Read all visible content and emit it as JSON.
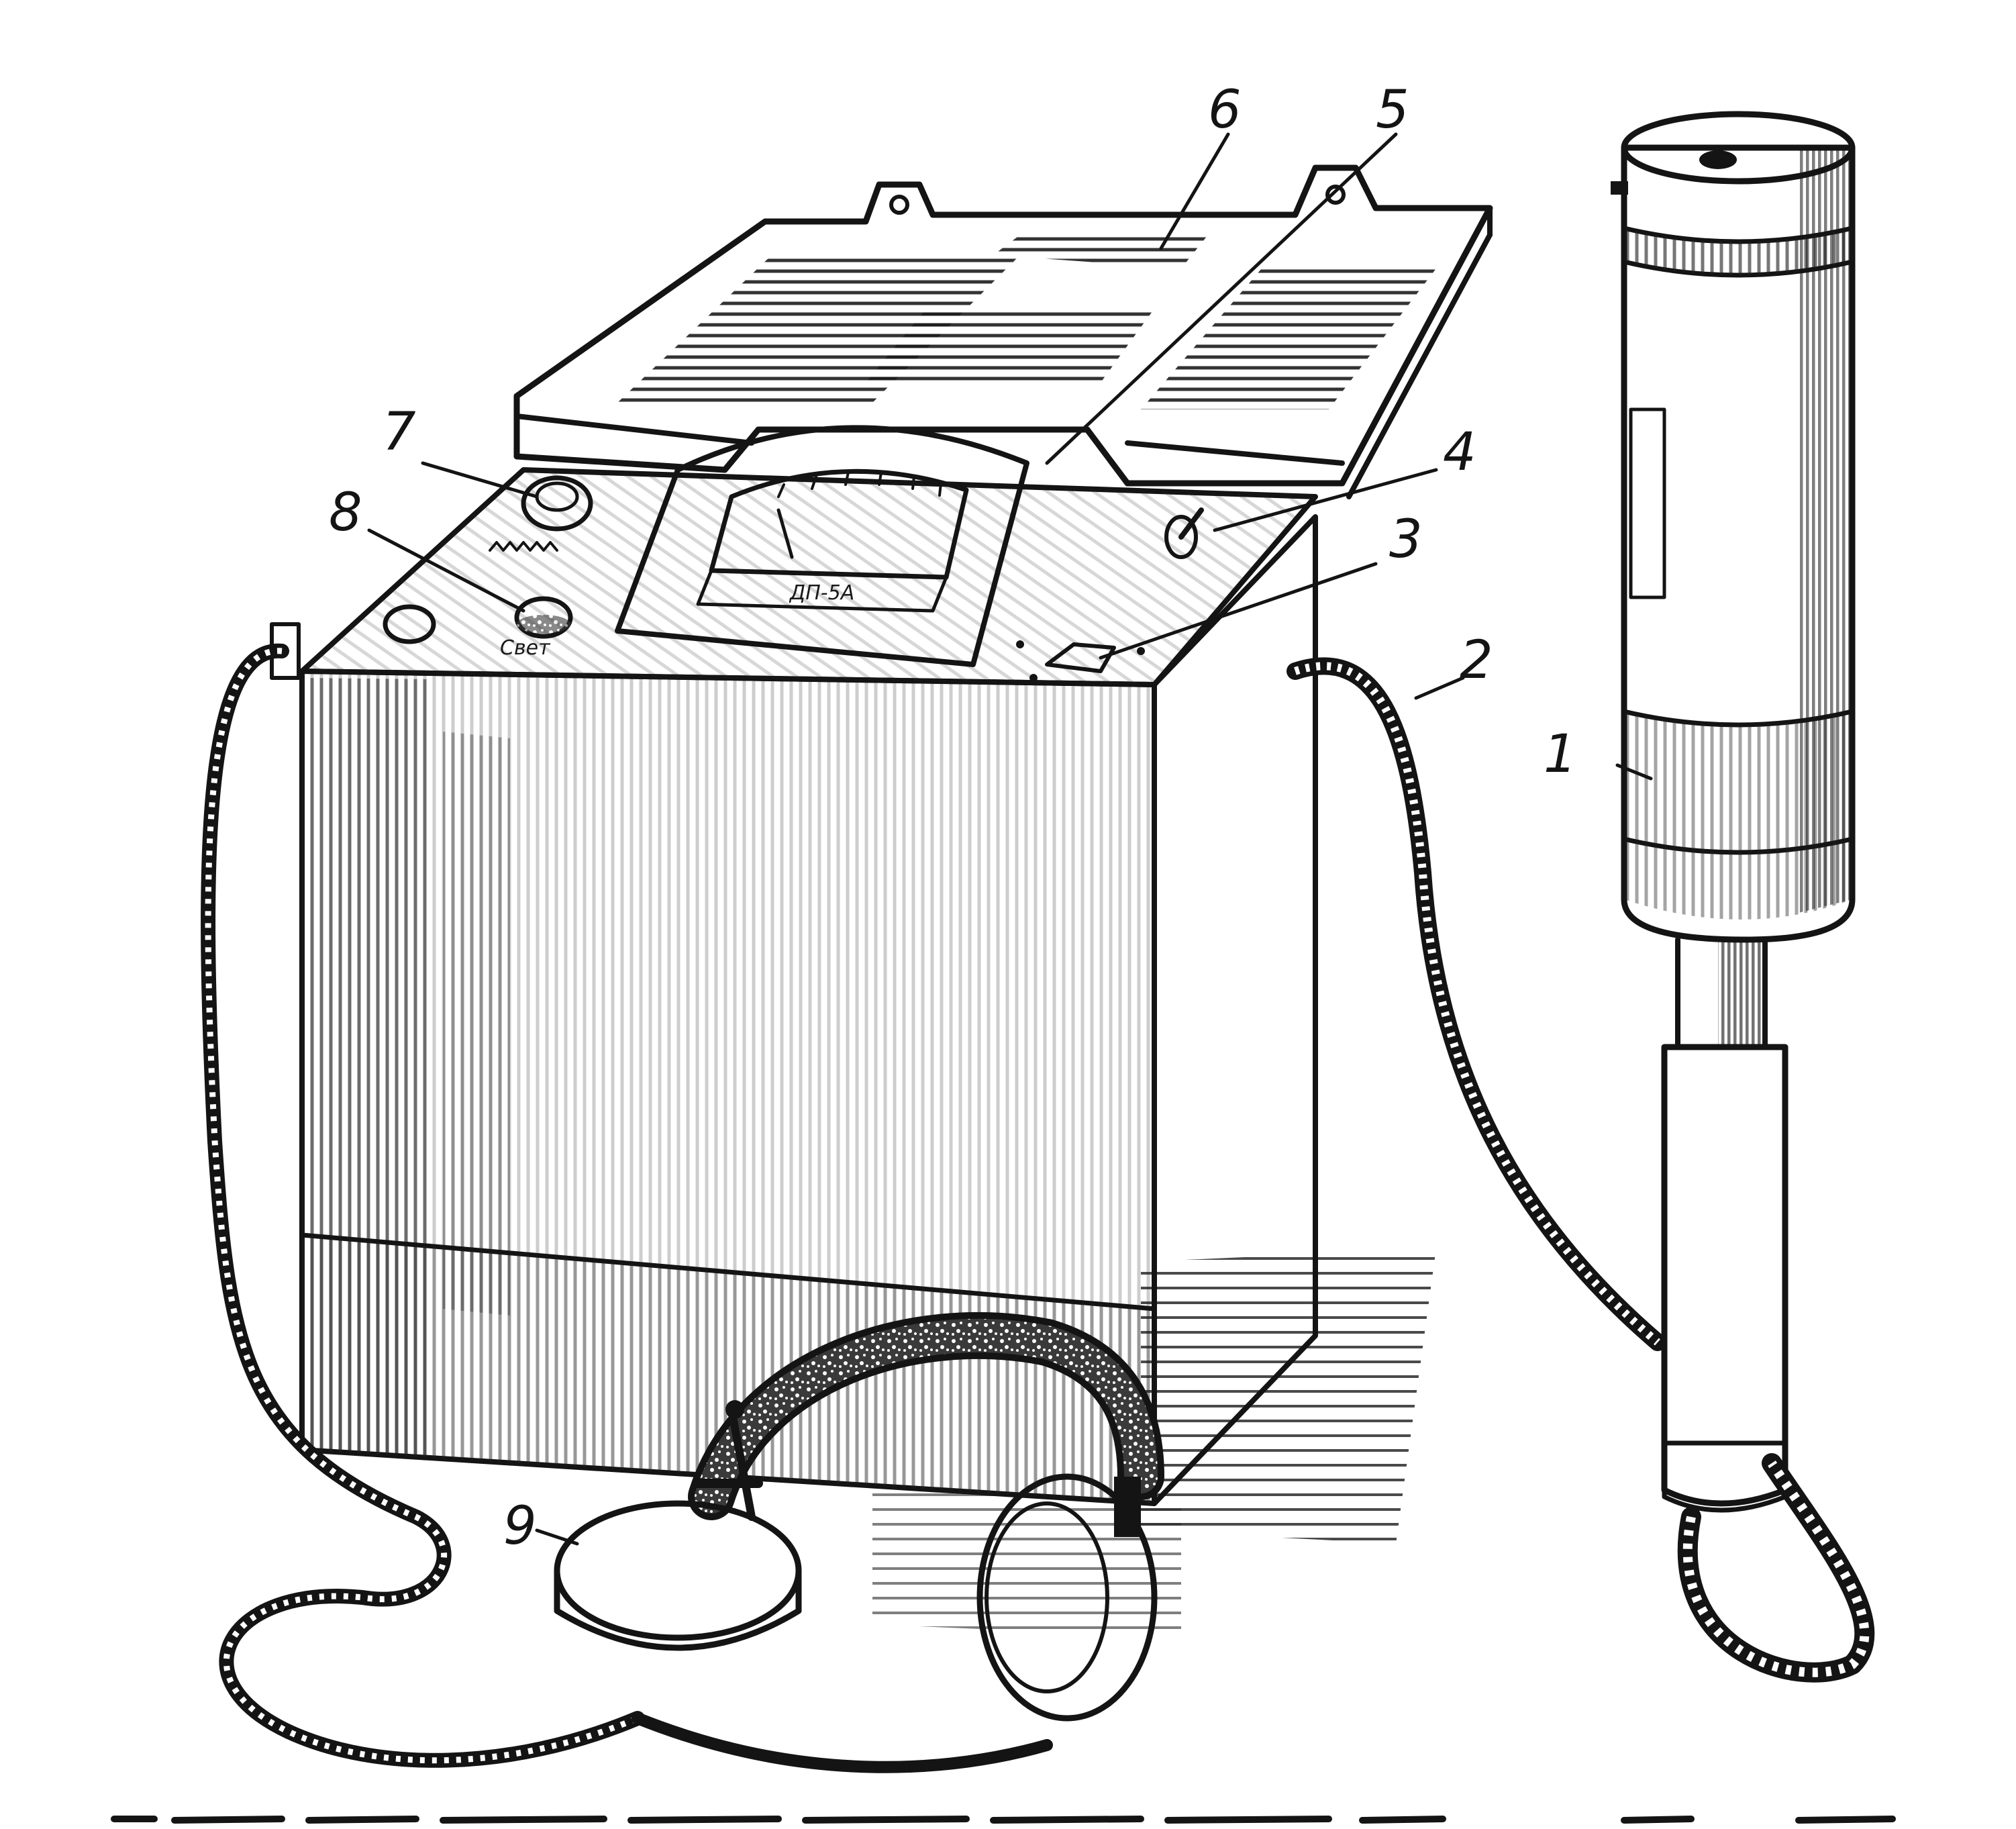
{
  "figure": {
    "callouts": [
      {
        "label": "1",
        "target": "detector-probe"
      },
      {
        "label": "2",
        "target": "probe-cable"
      },
      {
        "label": "3",
        "target": "cable-connector"
      },
      {
        "label": "4",
        "target": "toggle-switch"
      },
      {
        "label": "5",
        "target": "meter-window"
      },
      {
        "label": "6",
        "target": "lid-tray"
      },
      {
        "label": "7",
        "target": "range-knob"
      },
      {
        "label": "8",
        "target": "push-button"
      },
      {
        "label": "9",
        "target": "headphones"
      }
    ],
    "panel_texts": {
      "meter_label": "ДП-5А",
      "button_caption": "Свет"
    },
    "colors": {
      "ink": "#141414",
      "paper": "#ffffff"
    }
  }
}
